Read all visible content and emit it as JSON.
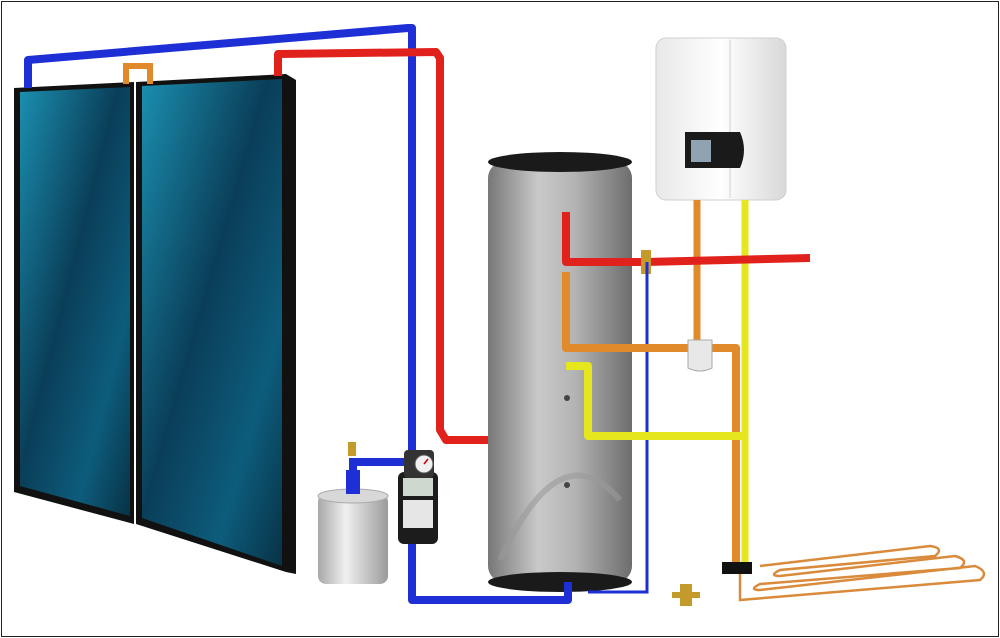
{
  "diagram": {
    "components": [
      {
        "id": "solar-collector-left",
        "kind": "solar-collector"
      },
      {
        "id": "solar-collector-right",
        "kind": "solar-collector"
      },
      {
        "id": "storage-tank",
        "kind": "water-tank"
      },
      {
        "id": "wall-boiler",
        "kind": "boiler"
      },
      {
        "id": "pump-station",
        "kind": "pump-station"
      },
      {
        "id": "expansion-tank",
        "kind": "expansion-tank"
      },
      {
        "id": "radiant-floor-loop",
        "kind": "floor-heating-coil"
      },
      {
        "id": "mixing-valve",
        "kind": "valve"
      },
      {
        "id": "drain-valve",
        "kind": "valve"
      }
    ],
    "pipe_colors": {
      "supply_hot": "#e0211c",
      "return_cold": "#1f2fd6",
      "boiler_loop": "#e08a2c",
      "domestic": "#e6e61e",
      "copper": "#d98a3a"
    },
    "collector_color": "#0f5a78",
    "tank_color": "#a9a9a9"
  }
}
